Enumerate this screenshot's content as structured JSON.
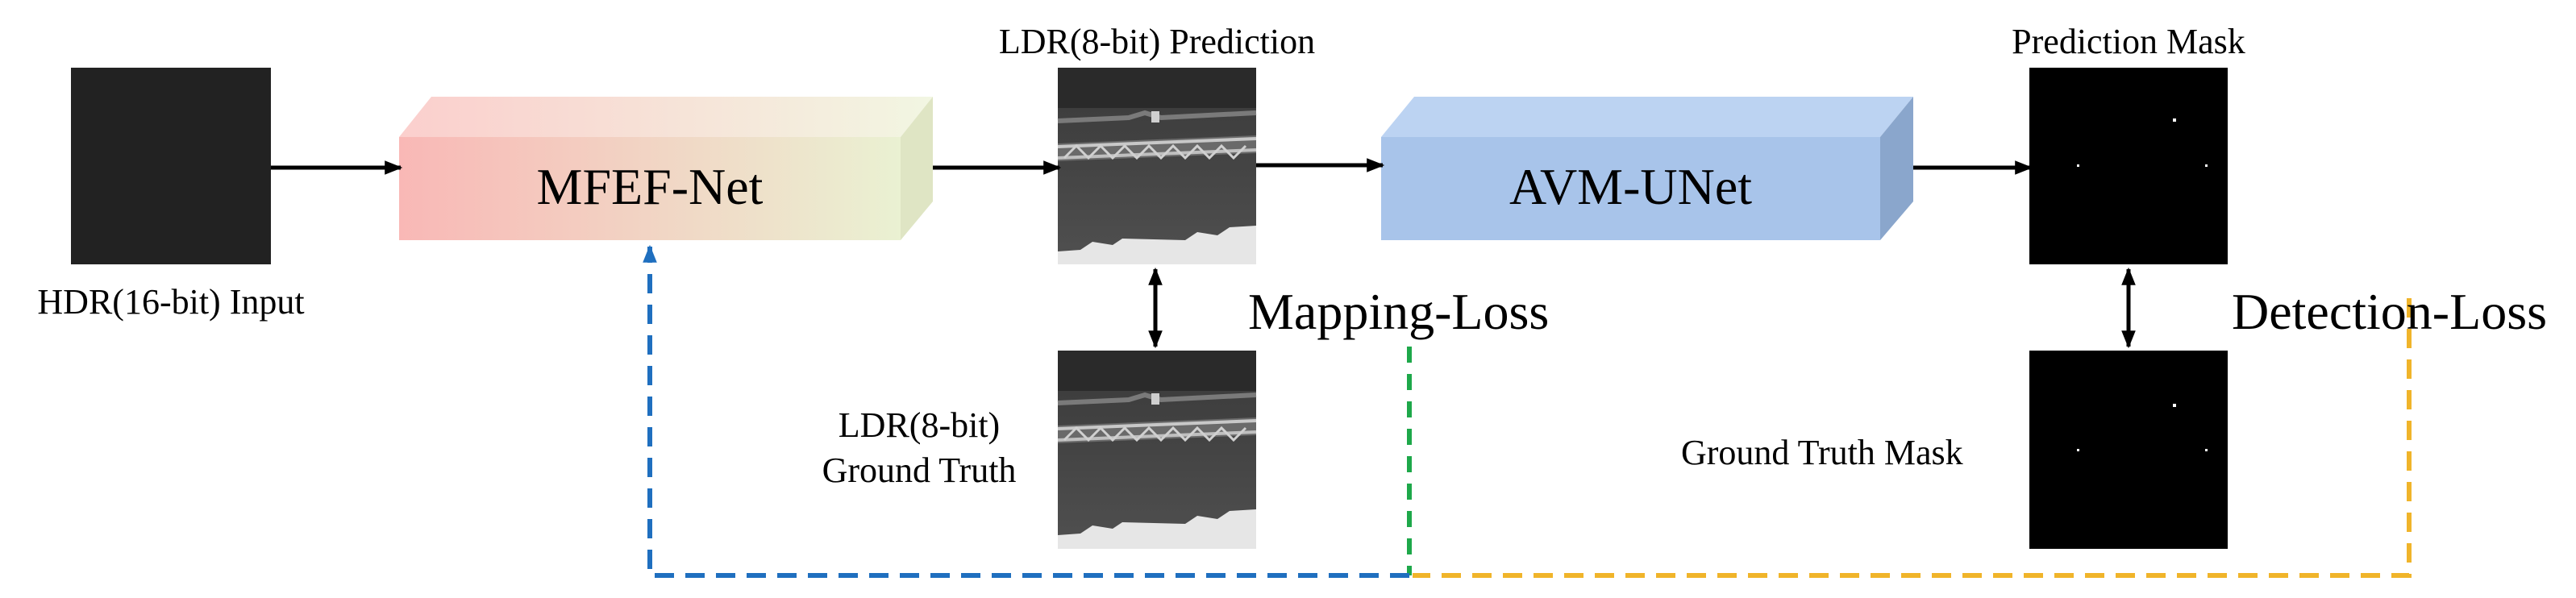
{
  "input": {
    "label": "HDR(16-bit) Input"
  },
  "blocks": {
    "mfef": {
      "label": "MFEF-Net"
    },
    "avm": {
      "label": "AVM-UNet"
    }
  },
  "ldr": {
    "prediction_label": "LDR(8-bit) Prediction",
    "ground_truth_label": "LDR(8-bit)\nGround Truth"
  },
  "masks": {
    "prediction_label": "Prediction Mask",
    "ground_truth_label": "Ground Truth Mask"
  },
  "losses": {
    "mapping": "Mapping-Loss",
    "detection": "Detection-Loss"
  },
  "colors": {
    "mfef_gradient_start": "#f9b8b6",
    "mfef_gradient_end": "#eaf1d2",
    "avm_front": "#a8c4ea",
    "avm_top": "#bcd3f2",
    "avm_side": "#8aa6cc",
    "blue_dash": "#1f6fbf",
    "green_dash": "#1ea84a",
    "yellow_dash": "#f0b42a",
    "input_square": "#222222"
  }
}
